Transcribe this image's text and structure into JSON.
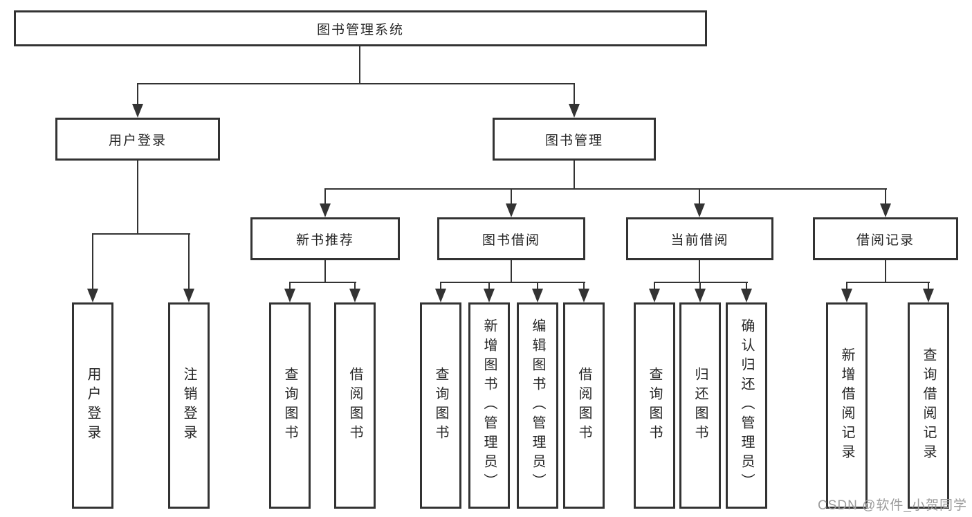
{
  "diagram": {
    "root": {
      "label": "图书管理系统"
    },
    "branches": [
      {
        "label": "用户登录",
        "children": [
          {
            "label": "用户登录"
          },
          {
            "label": "注销登录"
          }
        ]
      },
      {
        "label": "图书管理",
        "sections": [
          {
            "label": "新书推荐",
            "children": [
              {
                "label": "查询图书"
              },
              {
                "label": "借阅图书"
              }
            ]
          },
          {
            "label": "图书借阅",
            "children": [
              {
                "label": "查询图书"
              },
              {
                "label": "新增图书（管理员）"
              },
              {
                "label": "编辑图书（管理员）"
              },
              {
                "label": "借阅图书"
              }
            ]
          },
          {
            "label": "当前借阅",
            "children": [
              {
                "label": "查询图书"
              },
              {
                "label": "归还图书"
              },
              {
                "label": "确认归还（管理员）"
              }
            ]
          },
          {
            "label": "借阅记录",
            "children": [
              {
                "label": "新增借阅记录"
              },
              {
                "label": "查询借阅记录"
              }
            ]
          }
        ]
      }
    ]
  },
  "watermark": {
    "text": "CSDN @软件_小贺同学",
    "color": "#9c9c9c"
  },
  "colors": {
    "line": "#333333",
    "text": "#262626",
    "background": "#ffffff",
    "box_fill": "#ffffff"
  }
}
